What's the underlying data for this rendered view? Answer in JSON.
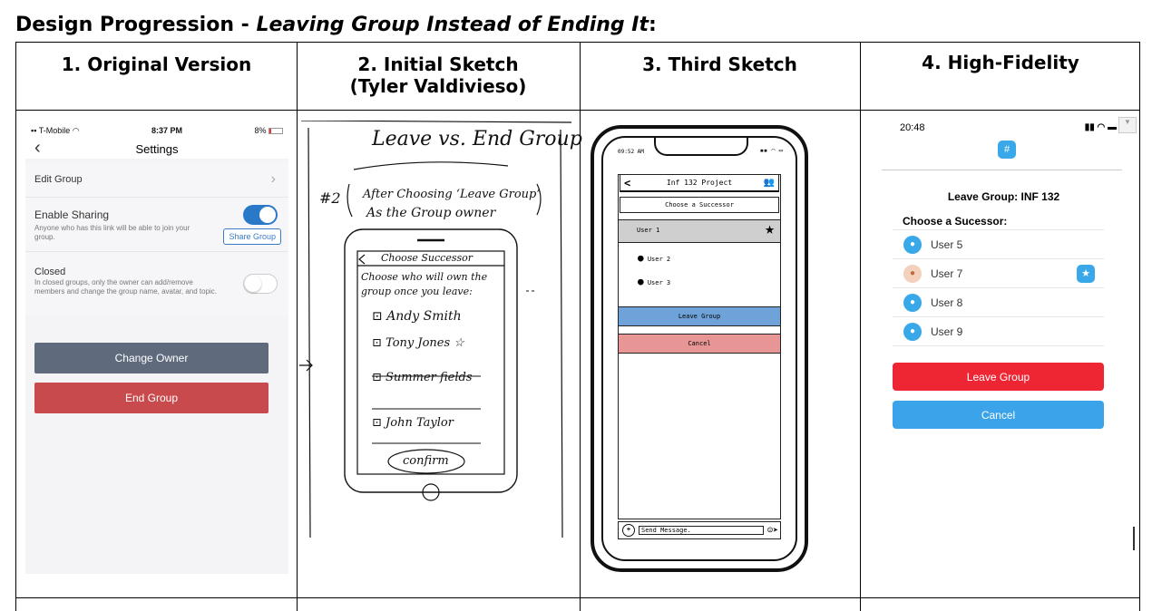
{
  "title": {
    "main": "Design Progression - ",
    "italic": "Leaving Group Instead of Ending It",
    "suffix": ":"
  },
  "columns": [
    {
      "line1": "1.   Original Version",
      "line2": ""
    },
    {
      "line1": "2. Initial Sketch",
      "line2": "(Tyler Valdivieso)"
    },
    {
      "line1": "3. Third Sketch",
      "line2": ""
    },
    {
      "line1": "4. High-Fidelity",
      "line2": ""
    }
  ],
  "panel1": {
    "carrier": "T-Mobile",
    "time": "8:37 PM",
    "battery": "8%",
    "nav_title": "Settings",
    "edit_group": "Edit Group",
    "enable_sharing": "Enable Sharing",
    "sharing_hint": "Anyone who has this link will be able to join your group.",
    "share_button": "Share Group",
    "closed_label": "Closed",
    "closed_hint": "In closed groups, only the owner can add/remove members and change the group name, avatar, and topic.",
    "change_owner": "Change Owner",
    "end_group": "End Group"
  },
  "panel2": {
    "heading": "Leave vs. End Group",
    "note_number": "#2",
    "note_line1": "After Choosing ‘Leave Group’",
    "note_line2": "As the Group owner",
    "screen_title": "Choose Successor",
    "instructions_line1": "Choose who will own the",
    "instructions_line2": "group once you leave:",
    "users": [
      "Andy Smith",
      "Tony Jones",
      "Summer fields",
      "John Taylor"
    ],
    "confirm": "confirm"
  },
  "panel3": {
    "time": "09:52 AM",
    "project": "Inf 132 Project",
    "choose_successor": "Choose a Successor",
    "users": [
      "User 1",
      "User 2",
      "User 3"
    ],
    "leave_group": "Leave Group",
    "cancel": "Cancel",
    "message_placeholder": "Send Message."
  },
  "panel4": {
    "time": "20:48",
    "header": "Leave Group: INF 132",
    "choose_label": "Choose a Sucessor:",
    "users": [
      "User 5",
      "User 7",
      "User 8",
      "User 9"
    ],
    "leave_group": "Leave Group",
    "cancel": "Cancel"
  },
  "colors": {
    "change_owner": "#5f6b7d",
    "end_group": "#c84a4c",
    "wf_leave": "#6ea2d8",
    "wf_cancel": "#e79595",
    "hf_leave": "#ee2633",
    "hf_cancel": "#3aa3ea"
  }
}
